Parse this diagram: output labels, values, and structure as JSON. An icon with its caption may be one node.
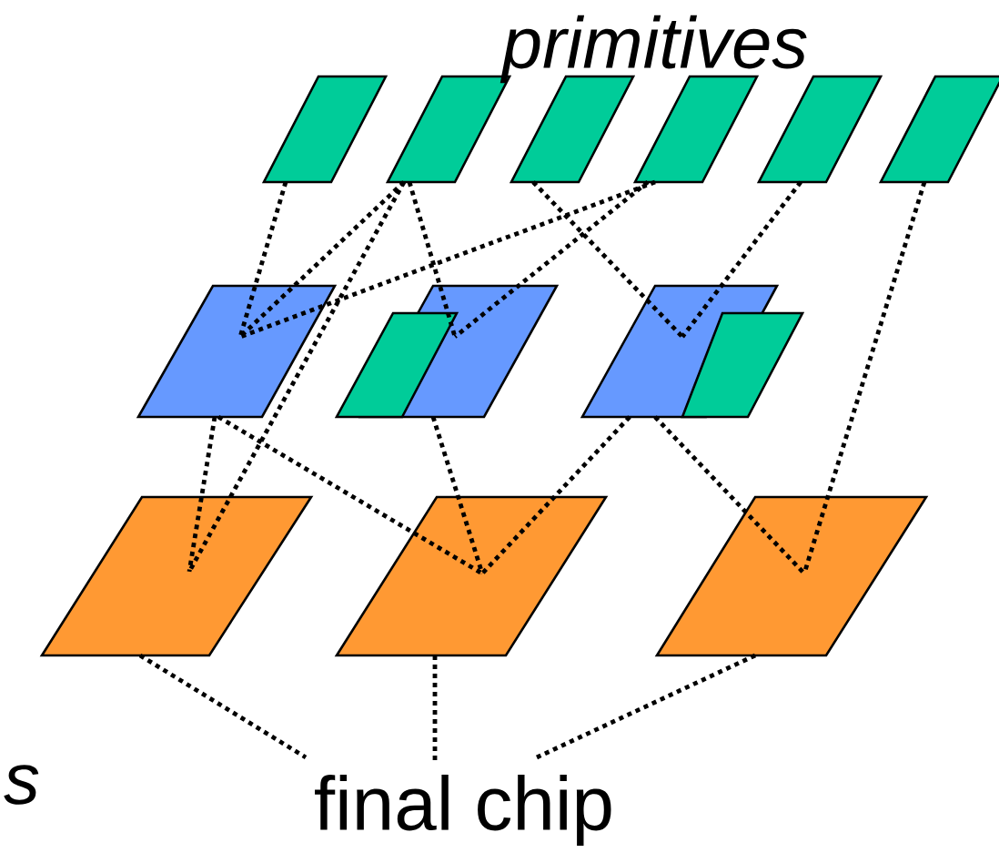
{
  "diagram": {
    "nodes": [
      {
        "text": [],
        "shape": "parallelogram"
      },
      {
        "text": [],
        "shape": "parallelogram"
      },
      {
        "text": [],
        "shape": "parallelogram"
      },
      {
        "text": [],
        "shape": "parallelogram"
      },
      {
        "text": [],
        "shape": "parallelogram"
      },
      {
        "text": [],
        "shape": "parallelogram"
      },
      {
        "text": [],
        "shape": "parallelogram"
      },
      {
        "text": [],
        "shape": "parallelogram"
      },
      {
        "text": [],
        "shape": "parallelogram"
      },
      {
        "text": [],
        "shape": "parallelogram"
      },
      {
        "text": [],
        "shape": "parallelogram"
      },
      {
        "text": [],
        "shape": "parallelogram"
      },
      {
        "text": [],
        "shape": "parallelogram"
      },
      {
        "text": [],
        "shape": "parallelogram"
      },
      {
        "text": [
          "final chip"
        ]
      }
    ],
    "edges": [
      {
        "from": 0,
        "to": 6,
        "arrow": "none"
      },
      {
        "from": 1,
        "to": 6,
        "arrow": "none"
      },
      {
        "from": 1,
        "to": 11,
        "arrow": "none"
      },
      {
        "from": 1,
        "to": 8,
        "arrow": "none"
      },
      {
        "from": 2,
        "to": 9,
        "arrow": "none"
      },
      {
        "from": 3,
        "to": 6,
        "arrow": "none"
      },
      {
        "from": 3,
        "to": 8,
        "arrow": "none"
      },
      {
        "from": 4,
        "to": 9,
        "arrow": "none"
      },
      {
        "from": 5,
        "to": 13,
        "arrow": "none"
      },
      {
        "from": 6,
        "to": 11,
        "arrow": "none"
      },
      {
        "from": 6,
        "to": 12,
        "arrow": "none"
      },
      {
        "from": 8,
        "to": 12,
        "arrow": "none"
      },
      {
        "from": 9,
        "to": 12,
        "arrow": "none"
      },
      {
        "from": 9,
        "to": 13,
        "arrow": "none"
      },
      {
        "from": 11,
        "to": 14,
        "arrow": "none"
      },
      {
        "from": 12,
        "to": 14,
        "arrow": "none"
      },
      {
        "from": 13,
        "to": 14,
        "arrow": "none"
      }
    ],
    "labels": [
      "primitives",
      "s"
    ]
  }
}
